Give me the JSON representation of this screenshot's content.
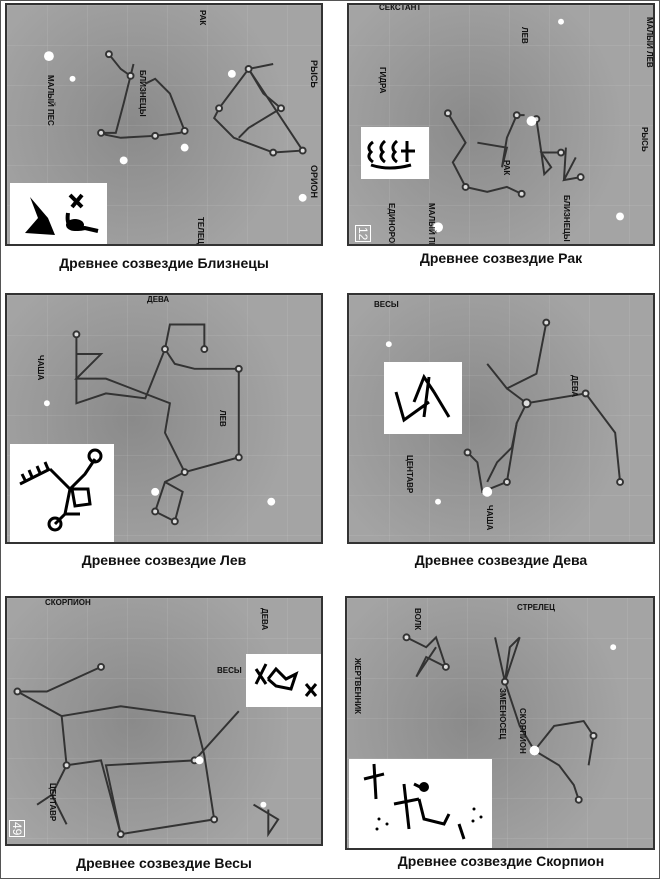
{
  "panels": [
    {
      "caption": "Древнее созвездие Близнецы",
      "labels": [
        "БЛИЗНЕЦЫ",
        "РАК",
        "МАЛЫЙ ПЕС",
        "РЫСЬ",
        "ОРИОН",
        "ТЕЛЕЦ"
      ]
    },
    {
      "caption": "Древнее созвездие Рак",
      "labels": [
        "РАК",
        "СЕКСТАНТ",
        "ЛЕВ",
        "МАЛЫЙ ЛЕВ",
        "ГИДРА",
        "РЫСЬ",
        "БЛИЗНЕЦЫ",
        "ЕДИНОРОГ",
        "МАЛЫЙ ПЕС"
      ],
      "page_number": "12"
    },
    {
      "caption": "Древнее созвездие Лев",
      "labels": [
        "ЛЕВ",
        "ДЕВА",
        "ЧАША"
      ]
    },
    {
      "caption": "Древнее созвездие Дева",
      "labels": [
        "ДЕВА",
        "ВЕСЫ",
        "ЧАША",
        "ЦЕНТАВР"
      ]
    },
    {
      "caption": "Древнее созвездие Весы",
      "labels": [
        "ВЕСЫ",
        "СКОРПИОН",
        "ДЕВА",
        "ЦЕНТАВР"
      ],
      "page_number": "49"
    },
    {
      "caption": "Древнее созвездие Скорпион",
      "labels": [
        "СКОРПИОН",
        "ЗМЕЕНОСЕЦ",
        "СТРЕЛЕЦ",
        "ЖЕРТВЕННИК",
        "ВОЛК"
      ]
    }
  ]
}
